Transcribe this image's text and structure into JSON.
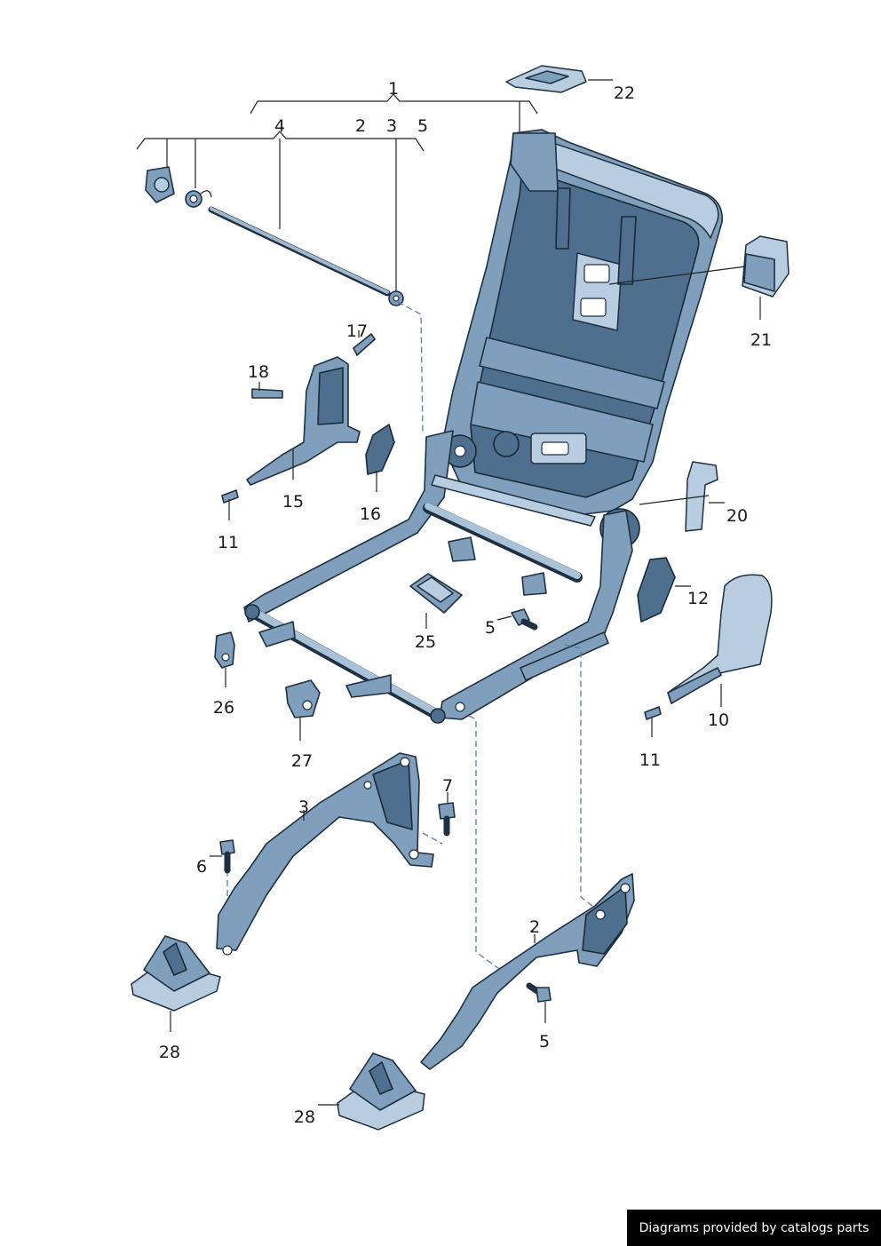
{
  "callouts": {
    "c1": "1",
    "c2_top": "2",
    "c3_top": "3",
    "c4": "4",
    "c5_top": "5",
    "c22": "22",
    "c21": "21",
    "c17": "17",
    "c18": "18",
    "c15": "15",
    "c16": "16",
    "c11_left": "11",
    "c20": "20",
    "c12": "12",
    "c25": "25",
    "c5_mid": "5",
    "c26": "26",
    "c10": "10",
    "c11_right": "11",
    "c27": "27",
    "c7": "7",
    "c3_low": "3",
    "c6": "6",
    "c2_low": "2",
    "c5_low": "5",
    "c28_left": "28",
    "c28_right": "28"
  },
  "footer": {
    "text": "Diagrams provided by catalogs parts"
  },
  "colors": {
    "part": "#7f9fbd",
    "part_dark": "#4f6f8f",
    "part_light": "#b8cde0",
    "outline": "#1f3040",
    "dash": "#5a7fa0"
  }
}
